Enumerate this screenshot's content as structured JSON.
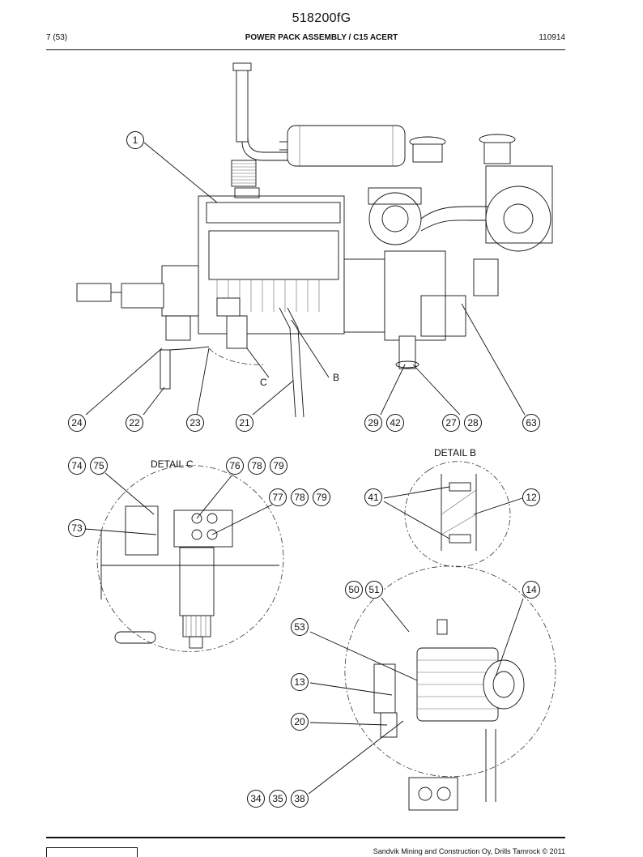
{
  "header": {
    "doc_number": "518200fG",
    "page_ref": "7 (53)",
    "title": "POWER PACK ASSEMBLY / C15 ACERT",
    "date_code": "110914"
  },
  "detail_labels": {
    "detail_b": "DETAIL B",
    "detail_c": "DETAIL C",
    "letter_b": "B",
    "letter_c": "C"
  },
  "callouts": {
    "c1": "1",
    "c24": "24",
    "c22": "22",
    "c23": "23",
    "c21": "21",
    "c29": "29",
    "c42": "42",
    "c27": "27",
    "c28": "28",
    "c63": "63",
    "c74": "74",
    "c75": "75",
    "c76": "76",
    "c78a": "78",
    "c79a": "79",
    "c77": "77",
    "c78b": "78",
    "c79b": "79",
    "c73": "73",
    "c41": "41",
    "c12": "12",
    "c50": "50",
    "c51": "51",
    "c14": "14",
    "c53": "53",
    "c13": "13",
    "c20": "20",
    "c34": "34",
    "c35": "35",
    "c38": "38"
  },
  "footer": {
    "copyright": "Sandvik Mining and Construction Oy, Drills Tamrock © 2011"
  }
}
